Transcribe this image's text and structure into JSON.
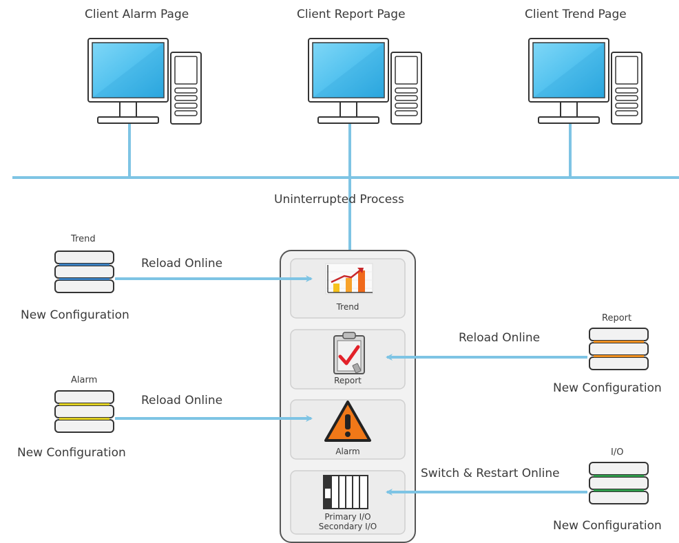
{
  "clients": [
    {
      "label": "Client Alarm Page"
    },
    {
      "label": "Client Report Page"
    },
    {
      "label": "Client Trend Page"
    }
  ],
  "network": {
    "process_label": "Uninterrupted Process"
  },
  "modules": {
    "trend": {
      "label": "Trend"
    },
    "report": {
      "label": "Report"
    },
    "alarm": {
      "label": "Alarm"
    },
    "io": {
      "primary": "Primary I/O",
      "secondary": "Secondary I/O"
    }
  },
  "configs": {
    "trend": {
      "name": "Trend",
      "action": "Reload Online",
      "caption": "New Configuration"
    },
    "report": {
      "name": "Report",
      "action": "Reload Online",
      "caption": "New Configuration"
    },
    "alarm": {
      "name": "Alarm",
      "action": "Reload Online",
      "caption": "New Configuration"
    },
    "io": {
      "name": "I/O",
      "action": "Switch & Restart Online",
      "caption": "New Configuration"
    }
  },
  "colors": {
    "line": "#7ec4e4",
    "screen": "#5cc8f0",
    "trend_accent": "#3a7fc0",
    "report_accent": "#f09020",
    "alarm_accent": "#e0d020",
    "io_accent": "#2e9a4a",
    "warning": "#f07818"
  }
}
